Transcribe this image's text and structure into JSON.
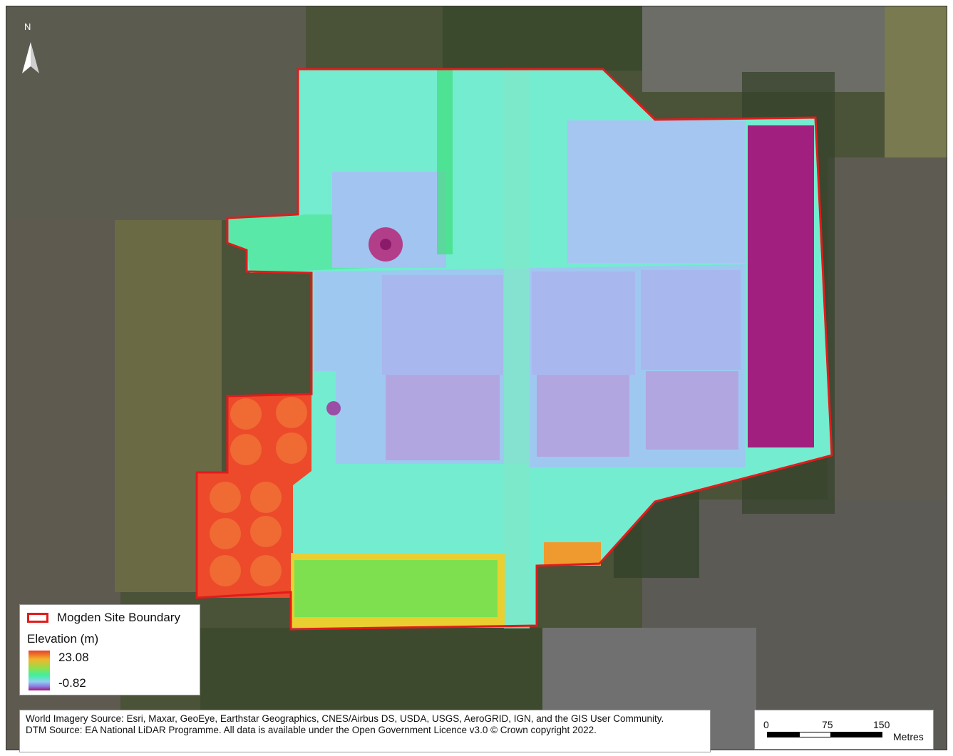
{
  "legend": {
    "boundary_label": "Mogden Site Boundary",
    "elevation_title": "Elevation (m)",
    "max_value": "23.08",
    "min_value": "-0.82"
  },
  "north_arrow": {
    "label": "N"
  },
  "credits": {
    "line1": "World Imagery Source: Esri, Maxar, GeoEye, Earthstar Geographics, CNES/Airbus DS, USDA, USGS, AeroGRID, IGN, and the GIS User Community.",
    "line2": "DTM Source: EA National LiDAR Programme. All data is available under the Open Government Licence v3.0 © Crown copyright 2022."
  },
  "scale_bar": {
    "ticks": [
      "0",
      "75",
      "150"
    ],
    "units": "Metres"
  },
  "colors": {
    "boundary": "#e21b1b",
    "ramp_high": "#e8402a",
    "ramp_mid": "#3ff0a0",
    "ramp_low": "#a01a7a"
  }
}
